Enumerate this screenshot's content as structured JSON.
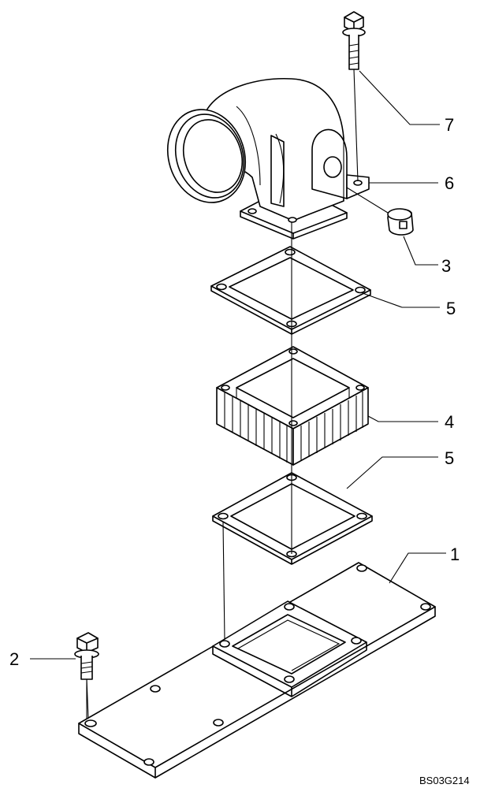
{
  "callouts": {
    "c1": "1",
    "c2": "2",
    "c3": "3",
    "c4": "4",
    "c5a": "5",
    "c5b": "5",
    "c6": "6",
    "c7": "7"
  },
  "drawing_code": "BS03G214"
}
